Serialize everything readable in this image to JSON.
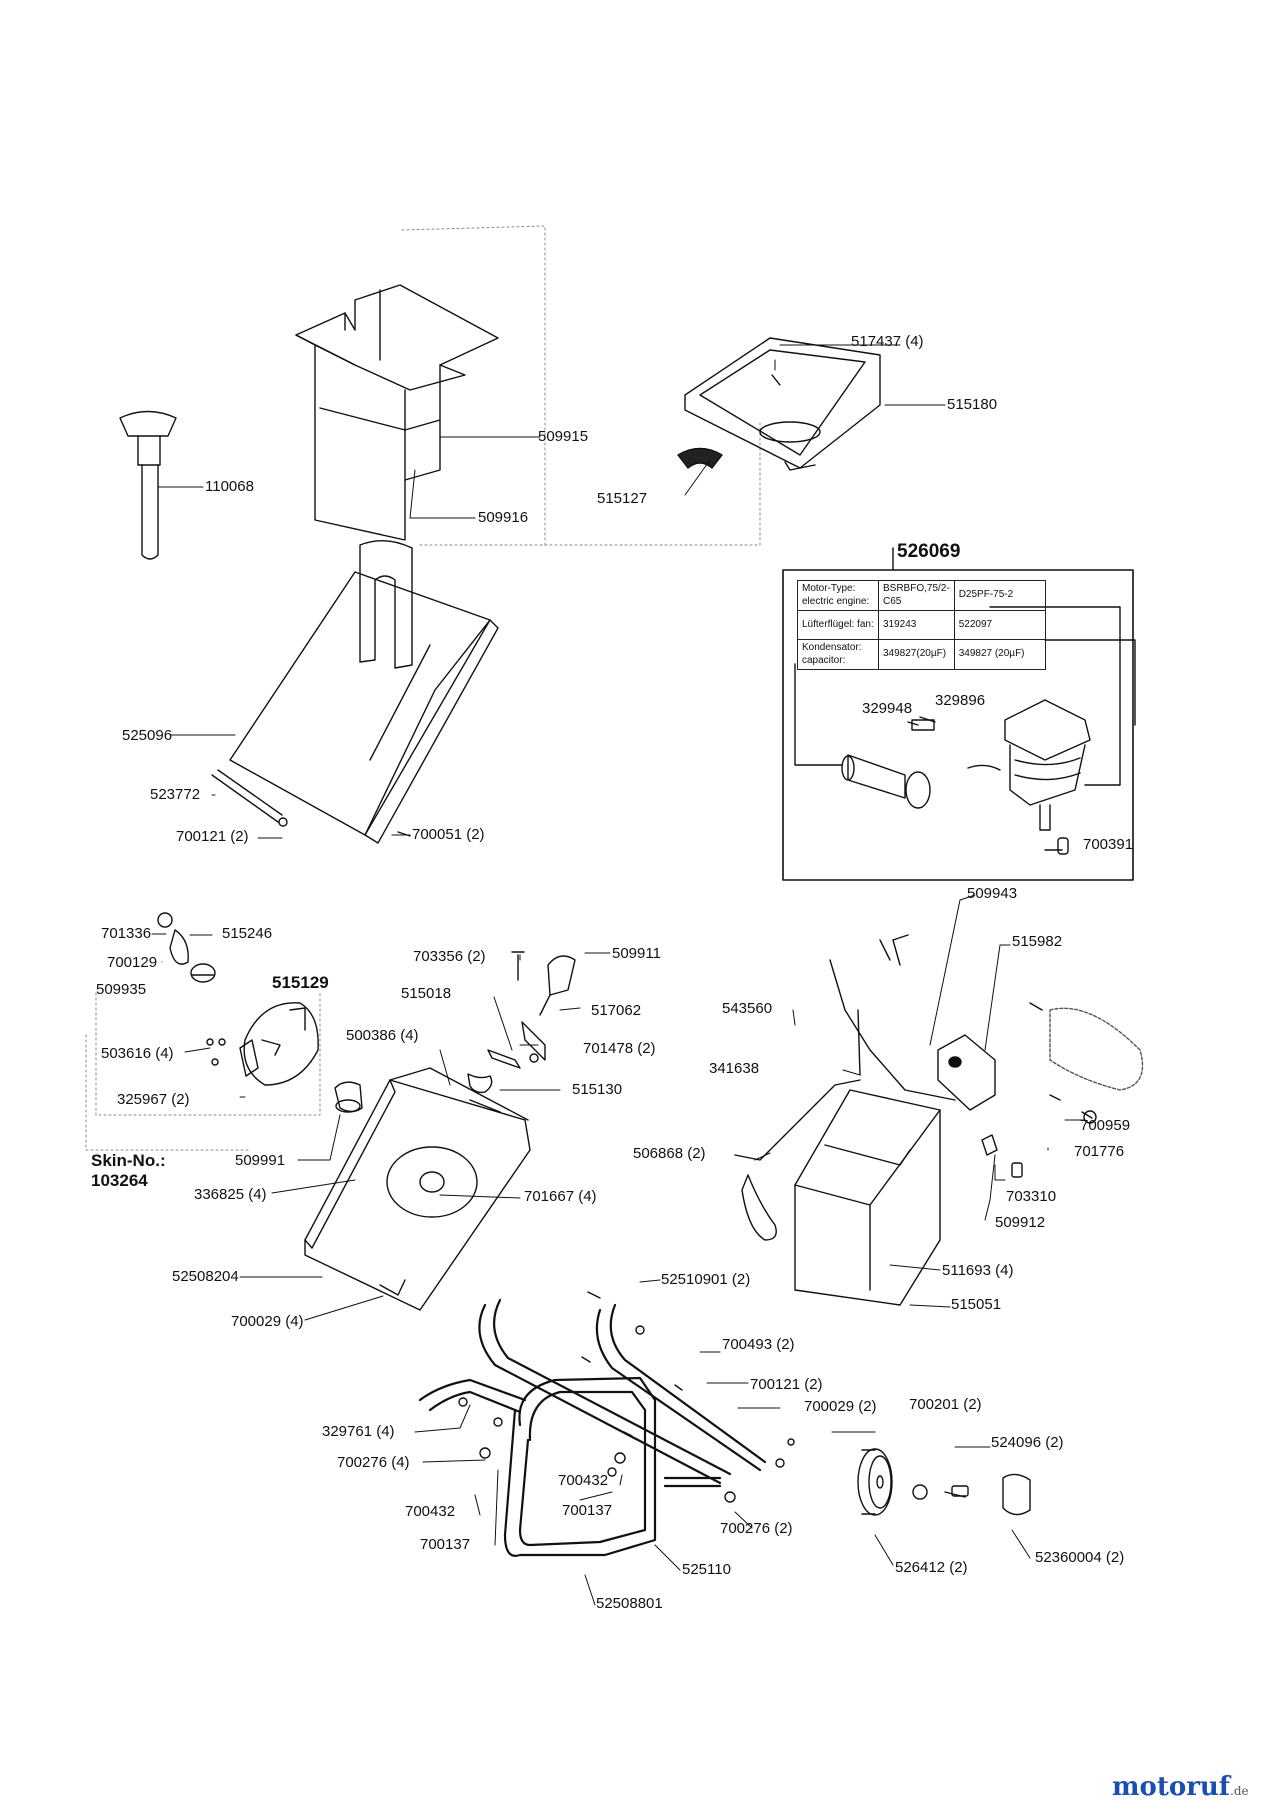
{
  "parts": {
    "p517437": "517437 (4)",
    "p515180": "515180",
    "p509915": "509915",
    "p110068": "110068",
    "p515127": "515127",
    "p509916": "509916",
    "p526069": "526069",
    "p525096": "525096",
    "p329948": "329948",
    "p329896": "329896",
    "p523772": "523772",
    "p700121a": "700121 (2)",
    "p700051": "700051 (2)",
    "p700391": "700391",
    "p509943": "509943",
    "p701336": "701336",
    "p515246": "515246",
    "p700129": "700129",
    "p509935": "509935",
    "p515129": "515129",
    "p703356": "703356 (2)",
    "p509911": "509911",
    "p515018": "515018",
    "p517062": "517062",
    "p515982": "515982",
    "p543560": "543560",
    "p500386": "500386 (4)",
    "p701478": "701478 (2)",
    "p503616": "503616 (4)",
    "p341638": "341638",
    "p515130": "515130",
    "p325967": "325967 (2)",
    "p700959": "700959",
    "p506868": "506868 (2)",
    "p701776": "701776",
    "p509991": "509991",
    "p336825": "336825 (4)",
    "p701667": "701667 (4)",
    "p703310": "703310",
    "p509912": "509912",
    "p52508204": "52508204",
    "p511693": "511693 (4)",
    "p515051": "515051",
    "p52510901": "52510901 (2)",
    "p700029a": "700029 (4)",
    "p700493": "700493 (2)",
    "p700121b": "700121 (2)",
    "p700029b": "700029 (2)",
    "p700201": "700201 (2)",
    "p329761": "329761 (4)",
    "p524096": "524096 (2)",
    "p700276a": "700276 (4)",
    "p700432a": "700432",
    "p700137a": "700137",
    "p700432b": "700432",
    "p700137b": "700137",
    "p700276b": "700276 (2)",
    "p525110": "525110",
    "p526412": "526412 (2)",
    "p52360004": "52360004 (2)",
    "p52508801": "52508801"
  },
  "skin": {
    "label": "Skin-No.:",
    "number": "103264"
  },
  "motor_table": {
    "rows": [
      [
        "Motor-Type: electric engine:",
        "BSRBFO,75/2-C65",
        "D25PF-75-2"
      ],
      [
        "Lüfterflügel: fan:",
        "319243",
        "522097"
      ],
      [
        "Kondensator: capacitor:",
        "349827(20µF)",
        "349827 (20µF)"
      ]
    ]
  },
  "brand": {
    "name": "motoruf",
    "tld": ".de"
  },
  "colors": {
    "line": "#111111",
    "dotted": "#777777",
    "brand": "#1a4fb0"
  }
}
